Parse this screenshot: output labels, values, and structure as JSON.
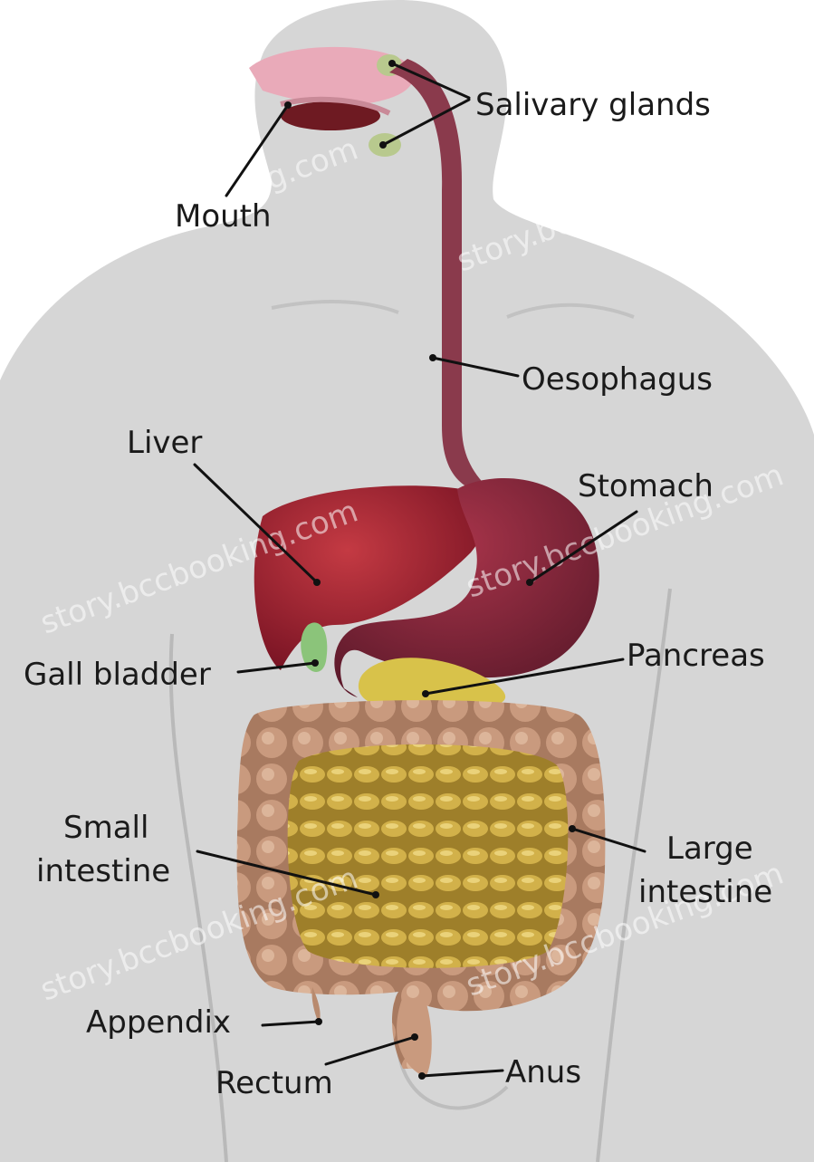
{
  "labels": {
    "salivary_glands": "Salivary glands",
    "mouth": "Mouth",
    "oesophagus": "Oesophagus",
    "liver": "Liver",
    "stomach": "Stomach",
    "gall_bladder": "Gall bladder",
    "pancreas": "Pancreas",
    "small_intestine_line1": "Small",
    "small_intestine_line2": "intestine",
    "large_intestine_line1": "Large",
    "large_intestine_line2": "intestine",
    "appendix": "Appendix",
    "rectum": "Rectum",
    "anus": "Anus"
  },
  "watermark": "story.bccbooking.com",
  "colors": {
    "background": "#ffffff",
    "body": "#d4d4d4",
    "liver": "#8e1c2c",
    "stomach": "#7a2637",
    "oesophagus": "#8a3a4c",
    "pancreas": "#d8c24a",
    "gall_bladder": "#8bc47a",
    "large_intestine": "#b88a6e",
    "small_intestine": "#c9a843",
    "labels": "#1a1a1a"
  }
}
